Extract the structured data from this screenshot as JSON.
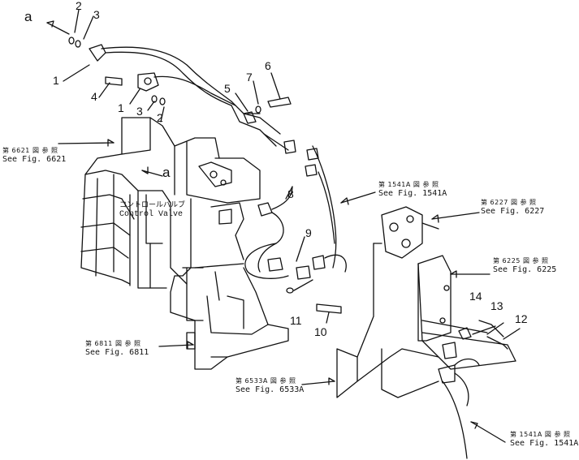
{
  "part_numbers": [
    "1",
    "2",
    "3",
    "1",
    "2",
    "3",
    "4",
    "5",
    "6",
    "7",
    "8",
    "9",
    "10",
    "11",
    "12",
    "13",
    "14"
  ],
  "markers": {
    "a_top": "a",
    "a_mid": "a"
  },
  "control_valve": {
    "jp": "コントロールバルブ",
    "en": "Control Valve"
  },
  "refs": [
    {
      "jp": "第 6621 図 参 照",
      "en": "See Fig. 6621"
    },
    {
      "jp": "第 1541A 図 参 照",
      "en": "See Fig. 1541A"
    },
    {
      "jp": "第 6227 図 参 照",
      "en": "See Fig. 6227"
    },
    {
      "jp": "第 6225 図 参 照",
      "en": "See Fig. 6225"
    },
    {
      "jp": "第 6811 図 参 照",
      "en": "See Fig. 6811"
    },
    {
      "jp": "第 6533A 図 参 照",
      "en": "See Fig. 6533A"
    },
    {
      "jp": "第 1541A 図 参 照",
      "en": "See Fig. 1541A"
    }
  ]
}
